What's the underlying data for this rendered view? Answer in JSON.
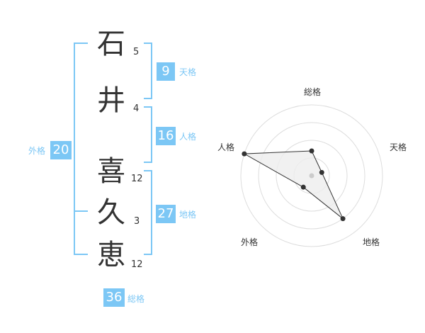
{
  "name": {
    "chars": [
      {
        "char": "石",
        "strokes": "5"
      },
      {
        "char": "井",
        "strokes": "4"
      },
      {
        "char": "喜",
        "strokes": "12"
      },
      {
        "char": "久",
        "strokes": "3"
      },
      {
        "char": "恵",
        "strokes": "12"
      }
    ]
  },
  "fortunes": {
    "ten": {
      "value": "9",
      "label": "天格"
    },
    "jin": {
      "value": "16",
      "label": "人格"
    },
    "chi": {
      "value": "27",
      "label": "地格"
    },
    "gai": {
      "value": "20",
      "label": "外格"
    },
    "sou": {
      "value": "36",
      "label": "総格"
    }
  },
  "radar": {
    "axes": [
      "総格",
      "天格",
      "地格",
      "外格",
      "人格"
    ],
    "levels": [
      0.35,
      0.15,
      0.75,
      0.2,
      1.0
    ],
    "colors": {
      "ring": "#dddddd",
      "fill": "#eeeeee",
      "line": "#333333",
      "center": "#cccccc"
    }
  }
}
